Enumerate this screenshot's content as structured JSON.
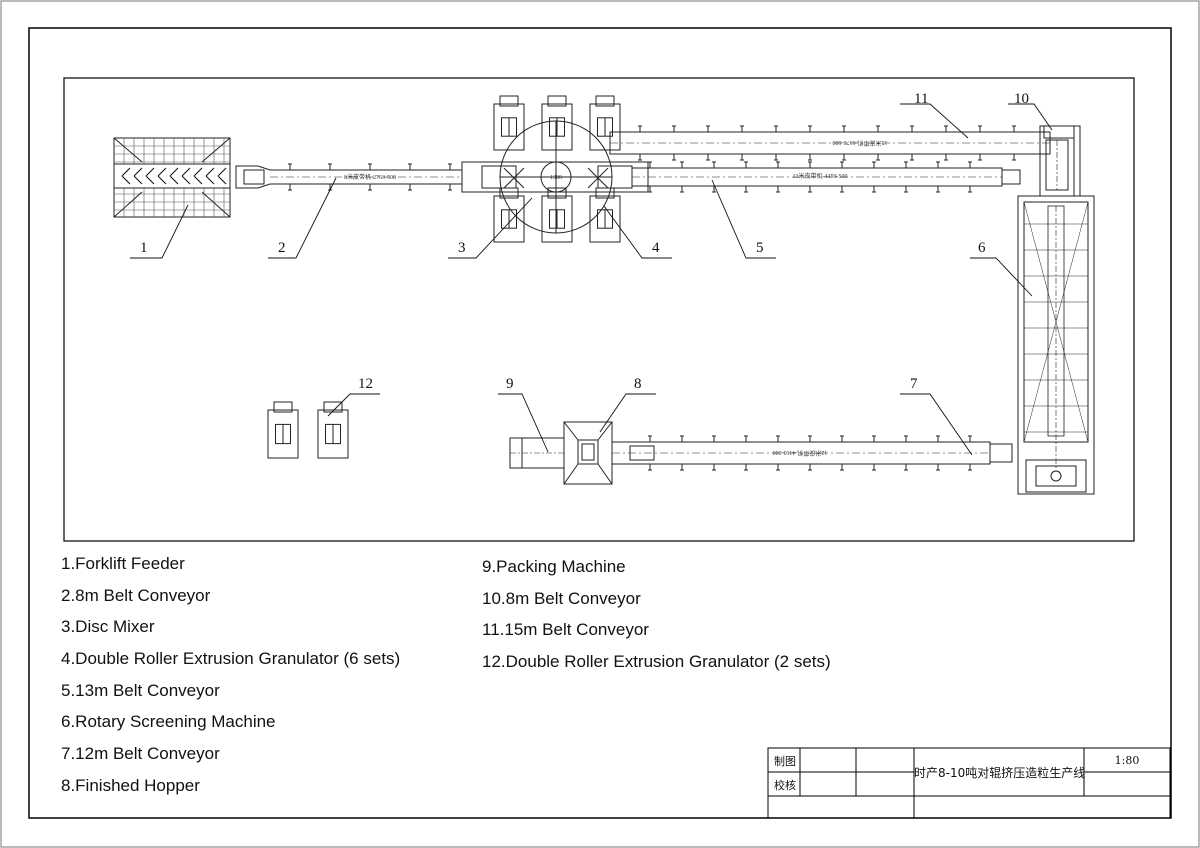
{
  "callouts": [
    "1",
    "2",
    "3",
    "4",
    "5",
    "6",
    "7",
    "8",
    "9",
    "10",
    "11",
    "12"
  ],
  "conveyor_labels": {
    "c2": "8米皮带机-2763-500",
    "c5": "13米皮带机-4459-500",
    "c11": "15米皮带机-6170-600",
    "c7": "12米皮带机-4110-600",
    "mixer": "1380"
  },
  "legend_left": [
    "1.Forklift Feeder",
    "2.8m Belt Conveyor",
    "3.Disc Mixer",
    "4.Double Roller Extrusion Granulator (6 sets)",
    "5.13m Belt Conveyor",
    "6.Rotary Screening Machine",
    "7.12m Belt Conveyor",
    "8.Finished Hopper"
  ],
  "legend_right": [
    "9.Packing Machine",
    "10.8m Belt Conveyor",
    "11.15m Belt Conveyor",
    "12.Double Roller Extrusion Granulator (2 sets)"
  ],
  "title_block": {
    "drawn_label": "制图",
    "checked_label": "校核",
    "title": "时产8-10吨对辊挤压造粒生产线",
    "scale": "1:80"
  }
}
